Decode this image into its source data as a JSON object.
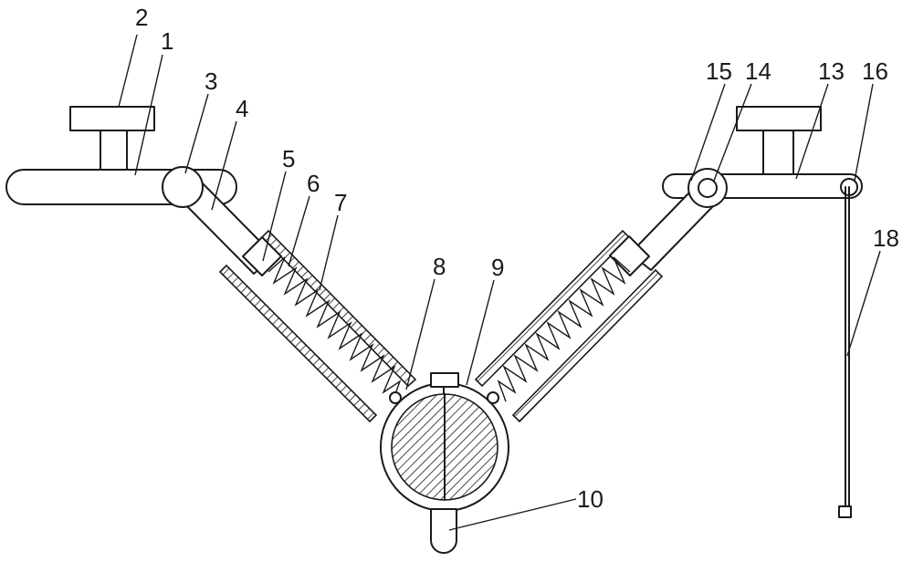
{
  "labels": {
    "n1": "1",
    "n2": "2",
    "n3": "3",
    "n4": "4",
    "n5": "5",
    "n6": "6",
    "n7": "7",
    "n8": "8",
    "n9": "9",
    "n10": "10",
    "n13": "13",
    "n14": "14",
    "n15": "15",
    "n16": "16",
    "n18": "18"
  },
  "colors": {
    "line": "#1a1a1a",
    "background": "#ffffff"
  }
}
